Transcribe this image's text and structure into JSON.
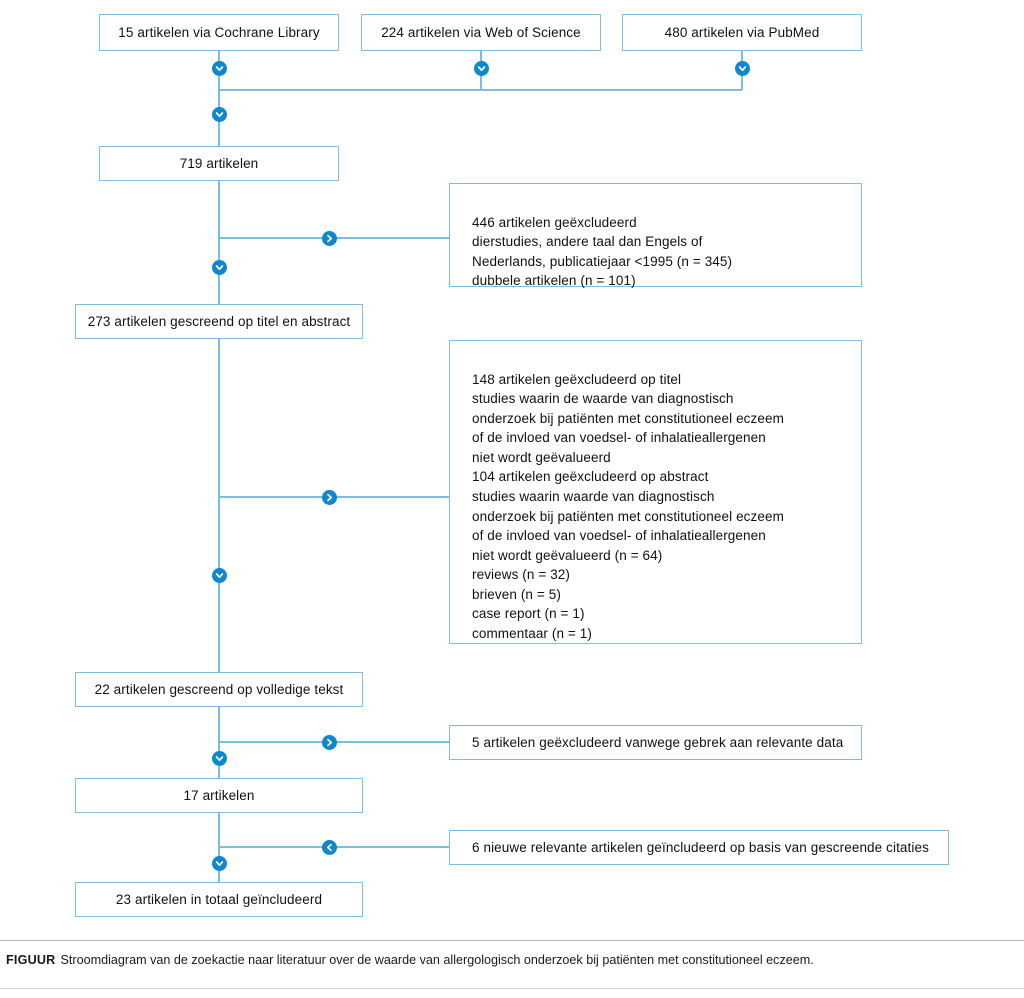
{
  "figure": {
    "label": "FIGUUR",
    "caption": "Stroomdiagram van de zoekactie naar literatuur over de waarde van allergologisch onderzoek bij patiënten met constitutioneel eczeem.",
    "accent_color": "#0e87cc",
    "border_color": "#7cbee0",
    "background_color": "#ffffff",
    "text_color": "#111111"
  },
  "sources": [
    {
      "id": "cochrane",
      "text": "15 artikelen via Cochrane Library"
    },
    {
      "id": "wos",
      "text": "224 artikelen via Web of Science"
    },
    {
      "id": "pubmed",
      "text": "480 artikelen via PubMed"
    }
  ],
  "stages": [
    {
      "id": "total",
      "text": "719 artikelen"
    },
    {
      "id": "screened-title-abstract",
      "text": "273 artikelen gescreend op titel en abstract"
    },
    {
      "id": "screened-fulltext",
      "text": "22 artikelen gescreend op volledige tekst"
    },
    {
      "id": "remaining",
      "text": "17 artikelen"
    },
    {
      "id": "included-total",
      "text": "23 artikelen in totaal geïncludeerd"
    }
  ],
  "exclusions": [
    {
      "id": "excluded-446",
      "direction": "right",
      "text": "446 artikelen geëxcludeerd\n   dierstudies, andere taal dan Engels of\n Nederlands, publicatiejaar <1995 (n = 345)\n dubbele artikelen (n = 101)"
    },
    {
      "id": "excluded-title-abstract",
      "direction": "right",
      "text": "148 artikelen geëxcludeerd op titel\n   studies waarin de waarde van diagnostisch\n onderzoek bij patiënten met constitutioneel eczeem\n of de invloed van voedsel- of inhalatieallergenen\n niet wordt geëvalueerd\n104 artikelen geëxcludeerd op abstract\n   studies waarin waarde van diagnostisch\n onderzoek bij patiënten met constitutioneel eczeem\n of de invloed van voedsel- of inhalatieallergenen\n niet wordt geëvalueerd (n = 64)\n reviews (n = 32)\n brieven (n = 5)\n case report (n = 1)\n commentaar (n = 1)"
    },
    {
      "id": "excluded-no-data",
      "direction": "right",
      "text": "5 artikelen geëxcludeerd vanwege gebrek aan relevante data"
    }
  ],
  "additions": [
    {
      "id": "added-citations",
      "direction": "left",
      "text": "6 nieuwe relevante artikelen geïncludeerd op basis van gescreende citaties"
    }
  ],
  "icons": {
    "down_arrow": "chevron-down-icon",
    "right_arrow": "chevron-right-icon",
    "left_arrow": "chevron-left-icon"
  }
}
